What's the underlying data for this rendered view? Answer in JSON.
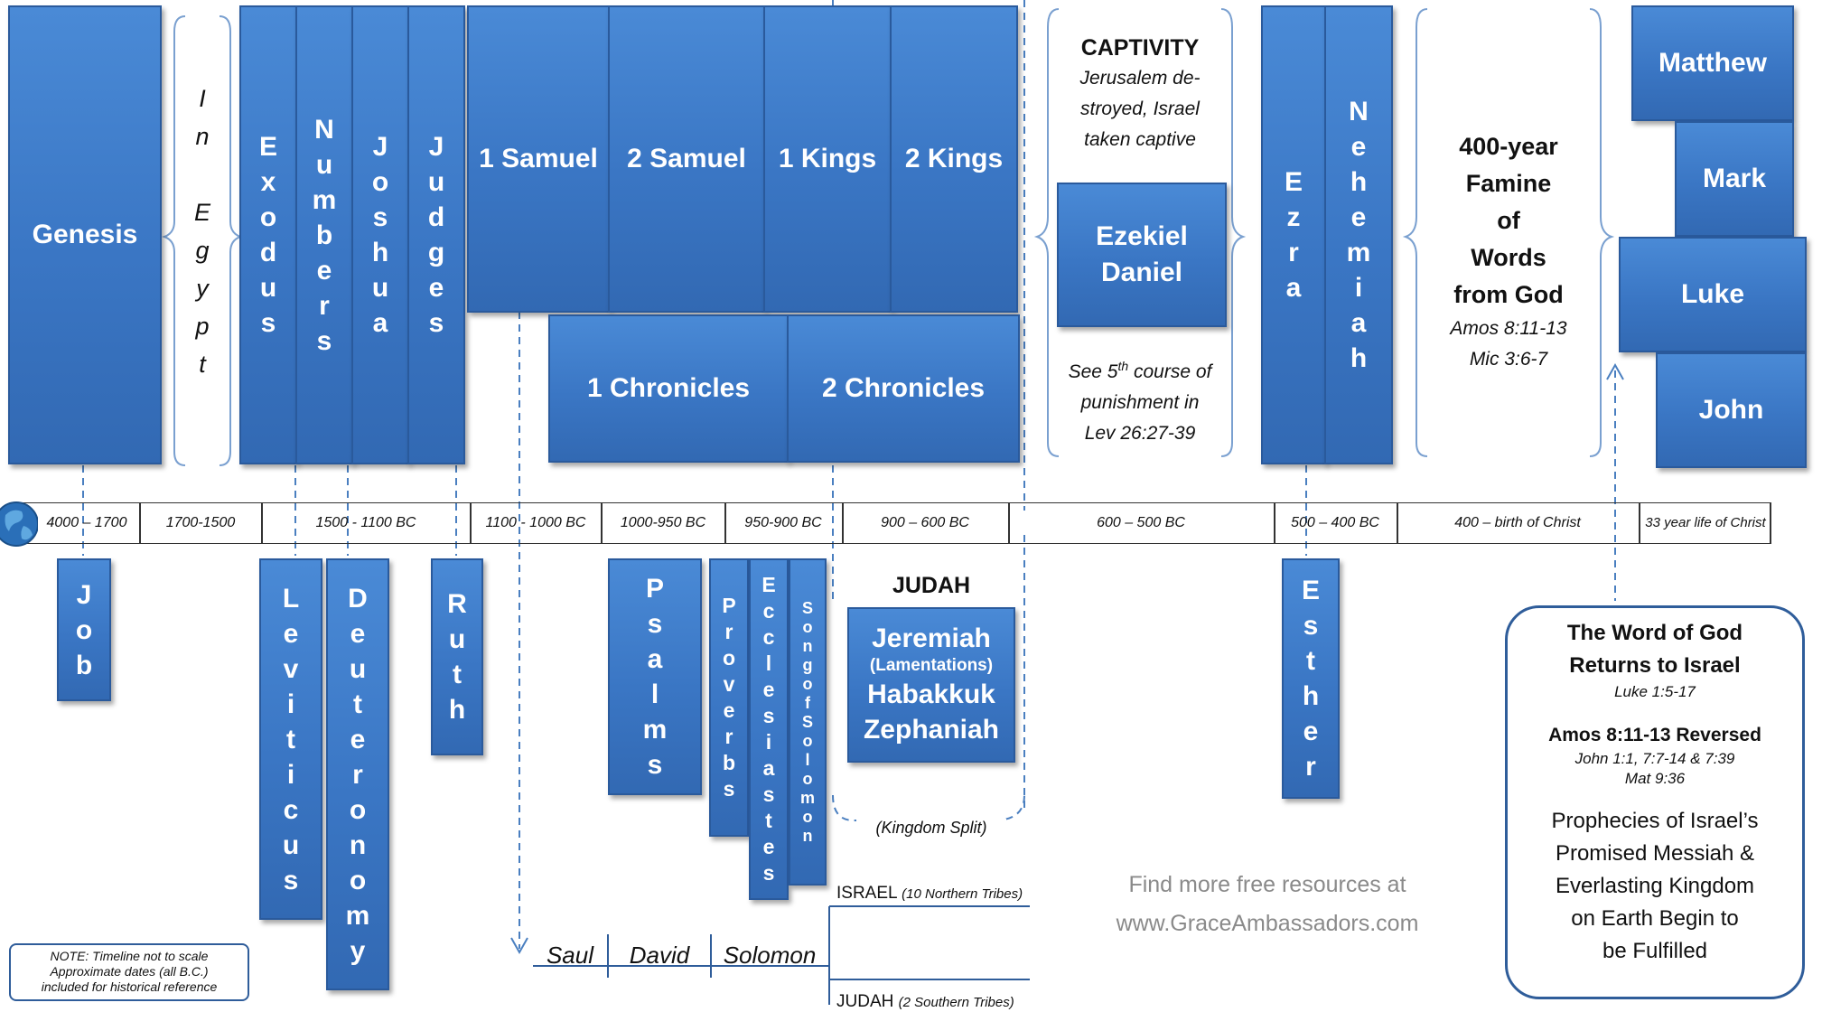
{
  "books": {
    "genesis": "Genesis",
    "exodus": "Exodus",
    "numbers": "Numbers",
    "joshua": "Joshua",
    "judges": "Judges",
    "samuel1": "1 Samuel",
    "samuel2": "2 Samuel",
    "kings1": "1 Kings",
    "kings2": "2 Kings",
    "chron1": "1 Chronicles",
    "chron2": "2 Chronicles",
    "ezekiel": "Ezekiel",
    "daniel": "Daniel",
    "ezra": "Ezra",
    "nehemiah": "Nehemiah",
    "matthew": "Matthew",
    "mark": "Mark",
    "luke": "Luke",
    "john": "John",
    "job": "Job",
    "leviticus": "Leviticus",
    "deuteronomy": "Deuteronomy",
    "ruth": "Ruth",
    "psalms": "Psalms",
    "proverbs": "Proverbs",
    "ecclesiastes": "Ecclesiastes",
    "song": "SongofSolomon",
    "esther": "Esther",
    "jeremiah": "Jeremiah",
    "lamentations": "(Lamentations)",
    "habakkuk": "Habakkuk",
    "zephaniah": "Zephaniah"
  },
  "in_egypt": "In Egypt",
  "captivity": {
    "title": "CAPTIVITY",
    "line1": "Jerusalem de-",
    "line2": "stroyed, Israel",
    "line3": "taken captive",
    "see_pre": "See 5",
    "see_sup": "th",
    "see_post": " course of",
    "line5": "punishment in",
    "line6": "Lev 26:27-39"
  },
  "famine": {
    "l1": "400-year",
    "l2": "Famine",
    "l3": "of",
    "l4": "Words",
    "l5": "from God",
    "r1": "Amos 8:11-13",
    "r2": "Mic 3:6-7"
  },
  "timeline": [
    "4000 – 1700",
    "1700-1500",
    "1500 - 1100 BC",
    "1100 - 1000 BC",
    "1000-950 BC",
    "950-900 BC",
    "900 – 600 BC",
    "600 – 500 BC",
    "500 – 400 BC",
    "400 – birth of Christ",
    "33 year life of Christ"
  ],
  "judah_label": "JUDAH",
  "kingdom_split": "(Kingdom Split)",
  "kings_row": [
    "Saul",
    "David",
    "Solomon"
  ],
  "israel_label": "ISRAEL",
  "israel_note": "(10 Northern Tribes)",
  "judah_bottom_label": "JUDAH",
  "judah_note": "(2 Southern Tribes)",
  "promo": {
    "line1": "Find more free resources at",
    "line2": "www.GraceAmbassadors.com"
  },
  "note": {
    "l1": "NOTE: Timeline not to scale",
    "l2": "Approximate dates (all B.C.)",
    "l3": "included for historical reference"
  },
  "card": {
    "title1": "The Word of God",
    "title2": "Returns to Israel",
    "ref1": "Luke 1:5-17",
    "sub": "Amos 8:11-13 Reversed",
    "ref2a": "John 1:1, 7:7-14 & 7:39",
    "ref2b": "Mat 9:36",
    "p1": "Prophecies of Israel’s",
    "p2": "Promised Messiah &",
    "p3": "Everlasting Kingdom",
    "p4": "on Earth Begin to",
    "p5": "be Fulfilled"
  },
  "colors": {
    "book_blue": "#3d7ac8",
    "book_border": "#2a5a9c",
    "dash_blue": "#4a7fc0",
    "brace_blue": "#7aa0d0"
  }
}
